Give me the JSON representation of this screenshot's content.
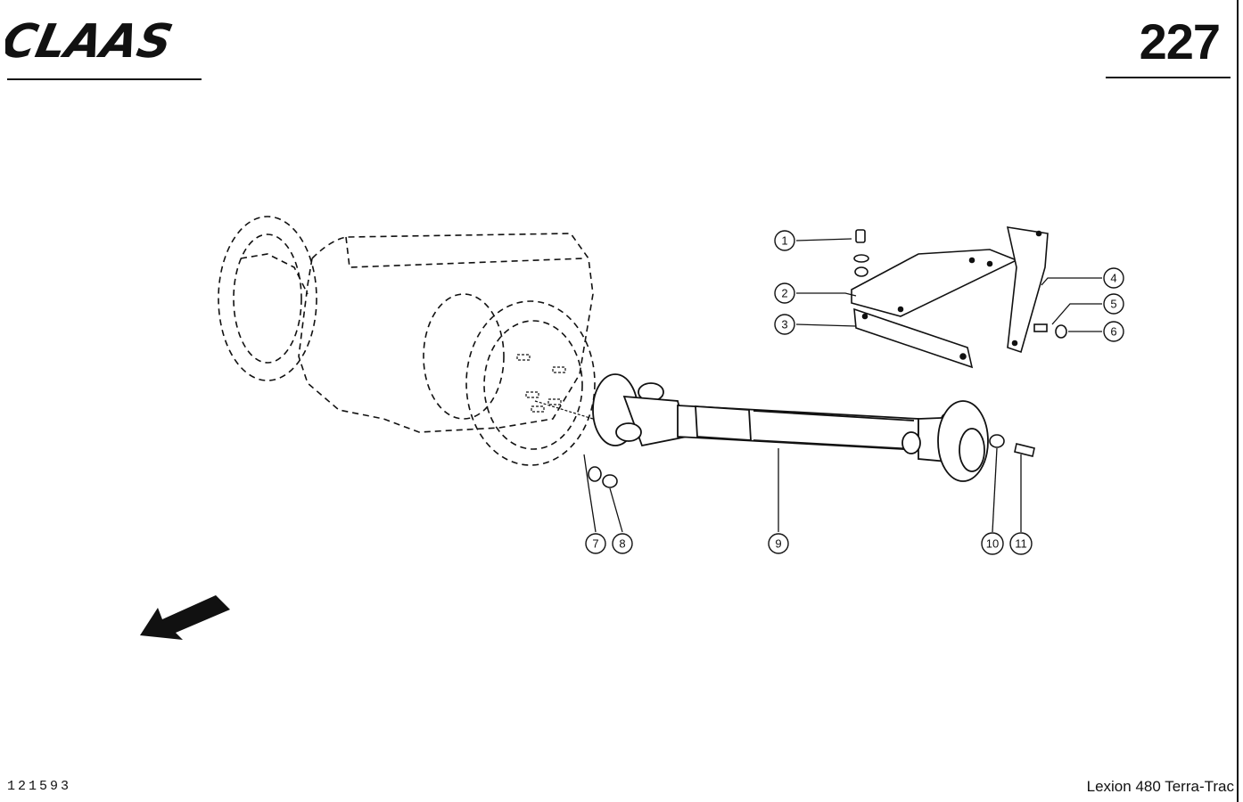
{
  "header": {
    "brand_logo": "CLAAS",
    "page_number": "227"
  },
  "footer": {
    "document_id": "121593",
    "model": "Lexion 480 Terra-Trac"
  },
  "callouts": [
    {
      "number": "1"
    },
    {
      "number": "2"
    },
    {
      "number": "3"
    },
    {
      "number": "4"
    },
    {
      "number": "5"
    },
    {
      "number": "6"
    },
    {
      "number": "7"
    },
    {
      "number": "8"
    },
    {
      "number": "9"
    },
    {
      "number": "10"
    },
    {
      "number": "11"
    }
  ],
  "direction_arrow": {
    "icon": "travel-direction-arrow-icon"
  }
}
